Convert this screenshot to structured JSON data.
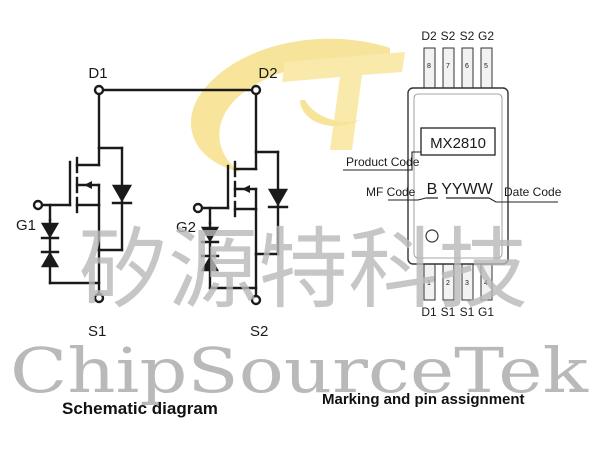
{
  "schematic": {
    "caption": "Schematic diagram",
    "labels": {
      "d1": "D1",
      "d2": "D2",
      "g1": "G1",
      "g2": "G2",
      "s1": "S1",
      "s2": "S2"
    }
  },
  "package": {
    "caption": "Marking and pin assignment",
    "top_pins": [
      {
        "name": "D2",
        "number": "8"
      },
      {
        "name": "S2",
        "number": "7"
      },
      {
        "name": "S2",
        "number": "6"
      },
      {
        "name": "G2",
        "number": "5"
      }
    ],
    "bottom_pins": [
      {
        "name": "D1",
        "number": "1"
      },
      {
        "name": "S1",
        "number": "2"
      },
      {
        "name": "S1",
        "number": "3"
      },
      {
        "name": "G1",
        "number": "4"
      }
    ],
    "marking": "MX2810",
    "mf_code_char": "B",
    "date_code_chars": "YYWW",
    "callouts": {
      "product_code": "Product Code",
      "mf_code": "MF Code",
      "date_code": "Date Code"
    }
  },
  "watermark": {
    "chinese": "矽源特科技",
    "english": "ChipSourceTek",
    "logo_letter": "T",
    "logo_color": "#f5dc7a"
  }
}
